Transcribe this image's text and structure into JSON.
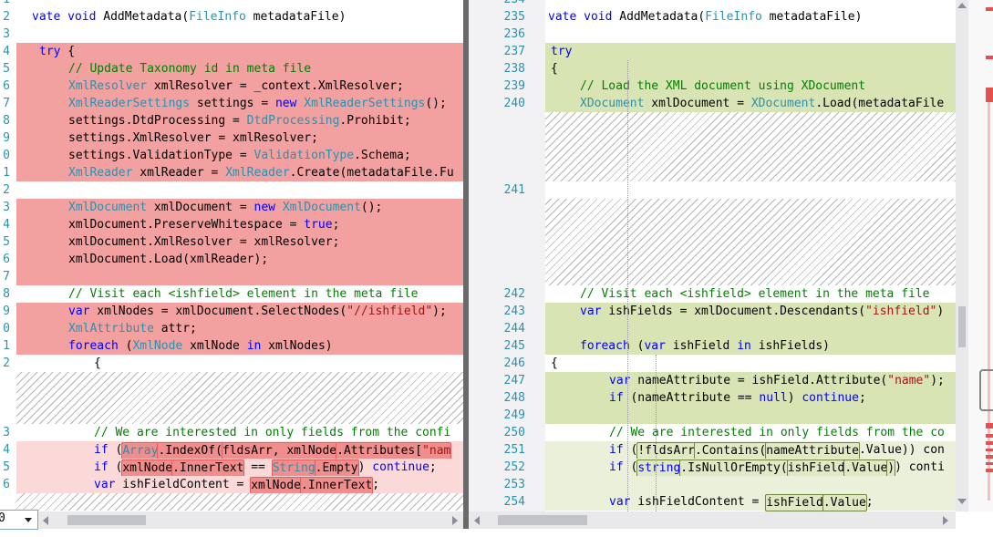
{
  "colors": {
    "diff_removed_line": "#F2A0A0",
    "diff_removed_word": "#EF8E8C",
    "diff_removed_word_border": "#E25D5B",
    "diff_modified_removed_line": "#FBD9D9",
    "diff_added_line": "#D8E4B4",
    "diff_added_word": "#E0E9C4",
    "diff_added_word_border": "#70853F",
    "line_number": "#2B91AF",
    "keyword": "#0000FF",
    "type_name": "#2B91AF",
    "comment": "#008000",
    "string_literal": "#A31515",
    "overview_mark_red": "#E4504E"
  },
  "chrome": {
    "zoom_dropdown": {
      "value": "0"
    }
  },
  "editor": {
    "left": {
      "rows": [
        {
          "n": "1",
          "bg": "white",
          "x": 0,
          "s": []
        },
        {
          "n": "2",
          "bg": "white",
          "x": 17,
          "s": [
            {
              "t": "vate void",
              "c": "kw"
            },
            {
              "t": " AddMetadata(",
              "c": "pl"
            },
            {
              "t": "FileInfo",
              "c": "ty"
            },
            {
              "t": " metadataFile)",
              "c": "pl"
            }
          ]
        },
        {
          "n": "3",
          "bg": "white",
          "x": 17,
          "s": []
        },
        {
          "n": "4",
          "bg": "red",
          "x": 25,
          "s": [
            {
              "t": "try",
              "c": "kw"
            },
            {
              "t": " {",
              "c": "pl"
            }
          ]
        },
        {
          "n": "5",
          "bg": "red",
          "x": 57,
          "s": [
            {
              "t": "// Update Taxonomy id in meta file",
              "c": "cm"
            }
          ]
        },
        {
          "n": "6",
          "bg": "red",
          "x": 57,
          "s": [
            {
              "t": "XmlResolver",
              "c": "ty"
            },
            {
              "t": " xmlResolver = _context.XmlResolver;",
              "c": "pl"
            }
          ]
        },
        {
          "n": "7",
          "bg": "red",
          "x": 57,
          "s": [
            {
              "t": "XmlReaderSettings",
              "c": "ty"
            },
            {
              "t": " settings = ",
              "c": "pl"
            },
            {
              "t": "new",
              "c": "kw"
            },
            {
              "t": " ",
              "c": "pl"
            },
            {
              "t": "XmlReaderSettings",
              "c": "ty"
            },
            {
              "t": "();",
              "c": "pl"
            }
          ]
        },
        {
          "n": "8",
          "bg": "red",
          "x": 57,
          "s": [
            {
              "t": "settings.DtdProcessing = ",
              "c": "pl"
            },
            {
              "t": "DtdProcessing",
              "c": "ty"
            },
            {
              "t": ".Prohibit;",
              "c": "pl"
            }
          ]
        },
        {
          "n": "9",
          "bg": "red",
          "x": 57,
          "s": [
            {
              "t": "settings.XmlResolver = xmlResolver;",
              "c": "pl"
            }
          ]
        },
        {
          "n": "0",
          "bg": "red",
          "x": 57,
          "s": [
            {
              "t": "settings.ValidationType = ",
              "c": "pl"
            },
            {
              "t": "ValidationType",
              "c": "ty"
            },
            {
              "t": ".Schema;",
              "c": "pl"
            }
          ]
        },
        {
          "n": "1",
          "bg": "red",
          "x": 57,
          "s": [
            {
              "t": "XmlReader",
              "c": "ty"
            },
            {
              "t": " xmlReader = ",
              "c": "pl"
            },
            {
              "t": "XmlReader",
              "c": "ty"
            },
            {
              "t": ".Create(metadataFile.Fu",
              "c": "pl"
            }
          ]
        },
        {
          "n": "2",
          "bg": "white",
          "x": 57,
          "s": []
        },
        {
          "n": "3",
          "bg": "red",
          "x": 57,
          "s": [
            {
              "t": "XmlDocument",
              "c": "ty"
            },
            {
              "t": " xmlDocument = ",
              "c": "pl"
            },
            {
              "t": "new",
              "c": "kw"
            },
            {
              "t": " ",
              "c": "pl"
            },
            {
              "t": "XmlDocument",
              "c": "ty"
            },
            {
              "t": "();",
              "c": "pl"
            }
          ]
        },
        {
          "n": "4",
          "bg": "red",
          "x": 57,
          "s": [
            {
              "t": "xmlDocument.PreserveWhitespace = ",
              "c": "pl"
            },
            {
              "t": "true",
              "c": "kw"
            },
            {
              "t": ";",
              "c": "pl"
            }
          ]
        },
        {
          "n": "5",
          "bg": "red",
          "x": 57,
          "s": [
            {
              "t": "xmlDocument.XmlResolver = xmlResolver;",
              "c": "pl"
            }
          ]
        },
        {
          "n": "6",
          "bg": "red",
          "x": 57,
          "s": [
            {
              "t": "xmlDocument.Load(xmlReader);",
              "c": "pl"
            }
          ]
        },
        {
          "n": "7",
          "bg": "red",
          "x": 57,
          "s": []
        },
        {
          "n": "8",
          "bg": "white",
          "x": 57,
          "s": [
            {
              "t": "// Visit each <ishfield> element in the meta file",
              "c": "cm"
            }
          ]
        },
        {
          "n": "9",
          "bg": "red",
          "x": 57,
          "s": [
            {
              "t": "var",
              "c": "kw"
            },
            {
              "t": " xmlNodes = xmlDocument.SelectNodes(",
              "c": "pl"
            },
            {
              "t": "\"//ishfield\"",
              "c": "st"
            },
            {
              "t": ");",
              "c": "pl"
            }
          ]
        },
        {
          "n": "0",
          "bg": "red",
          "x": 57,
          "s": [
            {
              "t": "XmlAttribute",
              "c": "ty"
            },
            {
              "t": " attr;",
              "c": "pl"
            }
          ]
        },
        {
          "n": "1",
          "bg": "red",
          "x": 57,
          "s": [
            {
              "t": "foreach",
              "c": "kw"
            },
            {
              "t": " (",
              "c": "pl"
            },
            {
              "t": "XmlNode",
              "c": "ty"
            },
            {
              "t": " xmlNode ",
              "c": "pl"
            },
            {
              "t": "in",
              "c": "kw"
            },
            {
              "t": " xmlNodes)",
              "c": "pl"
            }
          ]
        },
        {
          "n": "2",
          "bg": "white",
          "x": 85,
          "s": [
            {
              "t": "{",
              "c": "pl"
            }
          ]
        },
        {
          "bg": "hatch"
        },
        {
          "bg": "hatch"
        },
        {
          "bg": "hatch"
        },
        {
          "n": "3",
          "bg": "white",
          "x": 85,
          "s": [
            {
              "t": "// We are interested in only fields from the confi",
              "c": "cm"
            }
          ]
        },
        {
          "n": "4",
          "bg": "pink",
          "x": 85,
          "s": [
            {
              "t": "if",
              "c": "kw"
            },
            {
              "t": " (",
              "c": "pl"
            },
            {
              "b": [
                {
                  "t": "Array",
                  "c": "ty"
                }
              ]
            },
            {
              "b": [
                {
                  "t": ".IndexOf(",
                  "c": "pl"
                }
              ]
            },
            {
              "b": [
                {
                  "t": "fldsArr, xmlNode",
                  "c": "pl"
                }
              ]
            },
            {
              "b": [
                {
                  "t": ".Attributes[",
                  "c": "pl"
                },
                {
                  "t": "\"nam",
                  "c": "st"
                }
              ]
            }
          ]
        },
        {
          "n": "5",
          "bg": "pink",
          "x": 85,
          "s": [
            {
              "t": "if",
              "c": "kw"
            },
            {
              "t": " (",
              "c": "pl"
            },
            {
              "b": [
                {
                  "t": "xmlNode",
                  "c": "pl"
                }
              ]
            },
            {
              "b": [
                {
                  "t": ".InnerText",
                  "c": "pl"
                }
              ]
            },
            {
              "t": " == ",
              "c": "pl"
            },
            {
              "b": [
                {
                  "t": "String",
                  "c": "ty"
                }
              ]
            },
            {
              "b": [
                {
                  "t": ".Empty",
                  "c": "pl"
                }
              ]
            },
            {
              "t": ") ",
              "c": "pl"
            },
            {
              "t": "continue",
              "c": "kw"
            },
            {
              "t": ";",
              "c": "pl"
            }
          ]
        },
        {
          "n": "6",
          "bg": "pink",
          "x": 85,
          "s": [
            {
              "t": "var",
              "c": "kw"
            },
            {
              "t": " ishFieldContent = ",
              "c": "pl"
            },
            {
              "b": [
                {
                  "t": "xmlNode",
                  "c": "pl"
                }
              ]
            },
            {
              "b": [
                {
                  "t": ".InnerText",
                  "c": "pl"
                }
              ]
            },
            {
              "t": ";",
              "c": "pl"
            }
          ]
        },
        {
          "bg": "hatch"
        }
      ]
    },
    "right": {
      "rows": [
        {
          "n": "234",
          "bg": "white",
          "x": 3,
          "s": []
        },
        {
          "n": "235",
          "bg": "white",
          "x": 3,
          "s": [
            {
              "t": "vate void",
              "c": "kw"
            },
            {
              "t": " AddMetadata(",
              "c": "pl"
            },
            {
              "t": "FileInfo",
              "c": "ty"
            },
            {
              "t": " metadataFile)",
              "c": "pl"
            }
          ]
        },
        {
          "n": "236",
          "bg": "white",
          "x": 3,
          "s": []
        },
        {
          "n": "237",
          "bg": "green",
          "x": 6,
          "s": [
            {
              "t": "try",
              "c": "kw"
            }
          ]
        },
        {
          "n": "238",
          "bg": "green",
          "x": 6,
          "s": [
            {
              "t": "{",
              "c": "pl"
            }
          ]
        },
        {
          "n": "239",
          "bg": "green",
          "x": 38,
          "s": [
            {
              "t": "// Load the XML document using XDocument",
              "c": "cm"
            }
          ]
        },
        {
          "n": "240",
          "bg": "green",
          "x": 38,
          "s": [
            {
              "t": "XDocument",
              "c": "ty"
            },
            {
              "t": " xmlDocument = ",
              "c": "pl"
            },
            {
              "t": "XDocument",
              "c": "ty"
            },
            {
              "t": ".Load(metadataFile",
              "c": "pl"
            }
          ]
        },
        {
          "bg": "hatch"
        },
        {
          "bg": "hatch"
        },
        {
          "bg": "hatch"
        },
        {
          "bg": "hatch"
        },
        {
          "n": "241",
          "bg": "white",
          "x": 38,
          "s": []
        },
        {
          "bg": "hatch"
        },
        {
          "bg": "hatch"
        },
        {
          "bg": "hatch"
        },
        {
          "bg": "hatch"
        },
        {
          "bg": "hatch"
        },
        {
          "n": "242",
          "bg": "white",
          "x": 38,
          "s": [
            {
              "t": "// Visit each <ishfield> element in the meta file",
              "c": "cm"
            }
          ]
        },
        {
          "n": "243",
          "bg": "green",
          "x": 38,
          "s": [
            {
              "t": "var",
              "c": "kw"
            },
            {
              "t": " ishFields = xmlDocument.Descendants(",
              "c": "pl"
            },
            {
              "t": "\"ishfield\"",
              "c": "st"
            },
            {
              "t": ")",
              "c": "pl"
            }
          ]
        },
        {
          "n": "244",
          "bg": "green",
          "x": 38,
          "s": []
        },
        {
          "n": "245",
          "bg": "green",
          "x": 38,
          "s": [
            {
              "t": "foreach",
              "c": "kw"
            },
            {
              "t": " (",
              "c": "pl"
            },
            {
              "t": "var",
              "c": "kw"
            },
            {
              "t": " ishField ",
              "c": "pl"
            },
            {
              "t": "in",
              "c": "kw"
            },
            {
              "t": " ishFields)",
              "c": "pl"
            }
          ]
        },
        {
          "n": "246",
          "bg": "white",
          "x": 6,
          "s": [
            {
              "t": "{",
              "c": "pl"
            }
          ]
        },
        {
          "n": "247",
          "bg": "green",
          "x": 70,
          "s": [
            {
              "t": "var",
              "c": "kw"
            },
            {
              "t": " nameAttribute = ishField.Attribute(",
              "c": "pl"
            },
            {
              "t": "\"name\"",
              "c": "st"
            },
            {
              "t": ");",
              "c": "pl"
            }
          ]
        },
        {
          "n": "248",
          "bg": "green",
          "x": 70,
          "s": [
            {
              "t": "if",
              "c": "kw"
            },
            {
              "t": " (nameAttribute == ",
              "c": "pl"
            },
            {
              "t": "null",
              "c": "kw"
            },
            {
              "t": ") ",
              "c": "pl"
            },
            {
              "t": "continue",
              "c": "kw"
            },
            {
              "t": ";",
              "c": "pl"
            }
          ]
        },
        {
          "n": "249",
          "bg": "green",
          "x": 70,
          "s": []
        },
        {
          "n": "250",
          "bg": "white",
          "x": 70,
          "s": [
            {
              "t": "// We are interested in only fields from the co",
              "c": "cm"
            }
          ]
        },
        {
          "n": "251",
          "bg": "lgreen",
          "x": 70,
          "s": [
            {
              "t": "if",
              "c": "kw"
            },
            {
              "t": " (",
              "c": "pl"
            },
            {
              "b": [
                {
                  "t": "!fldsArr",
                  "c": "pl"
                }
              ]
            },
            {
              "b": [
                {
                  "t": ".Contains(",
                  "c": "pl"
                }
              ]
            },
            {
              "b": [
                {
                  "t": "nameAttribute",
                  "c": "pl"
                }
              ]
            },
            {
              "t": ".Value)) con",
              "c": "pl"
            }
          ]
        },
        {
          "n": "252",
          "bg": "lgreen",
          "x": 70,
          "s": [
            {
              "t": "if",
              "c": "kw"
            },
            {
              "t": " (",
              "c": "pl"
            },
            {
              "b": [
                {
                  "t": "string",
                  "c": "kw"
                }
              ]
            },
            {
              "b": [
                {
                  "t": ".IsNullOrEmpty(",
                  "c": "pl"
                }
              ]
            },
            {
              "b": [
                {
                  "t": "ishField",
                  "c": "pl"
                }
              ]
            },
            {
              "b": [
                {
                  "t": ".Value",
                  "c": "pl"
                }
              ]
            },
            {
              "b": [
                {
                  "t": ")",
                  "c": "pl"
                }
              ]
            },
            {
              "t": ") conti",
              "c": "pl"
            }
          ]
        },
        {
          "n": "253",
          "bg": "lgreen",
          "x": 70,
          "s": []
        },
        {
          "n": "254",
          "bg": "lgreen",
          "x": 70,
          "s": [
            {
              "t": "var",
              "c": "kw"
            },
            {
              "t": " ishFieldContent = ",
              "c": "pl"
            },
            {
              "b": [
                {
                  "t": "ishField",
                  "c": "pl"
                }
              ]
            },
            {
              "b": [
                {
                  "t": ".Value",
                  "c": "pl"
                }
              ]
            },
            {
              "t": ";",
              "c": "pl"
            }
          ]
        }
      ]
    }
  }
}
